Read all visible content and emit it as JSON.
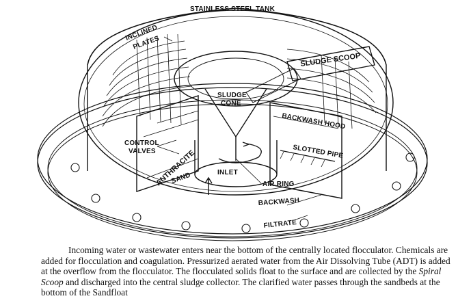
{
  "labels": {
    "tank": "STAINLESS STEEL TANK",
    "plates_line1": "INCLINED",
    "plates_line2": "PLATES",
    "scoop": "SLUDGE SCOOP",
    "cone_line1": "SLUDGE",
    "cone_line2": "CONE",
    "hood": "BACKWASH HOOD",
    "pipe": "SLOTTED PIPE",
    "valves_line1": "CONTROL",
    "valves_line2": "VALVES",
    "anthracite": "ANTHRACITE",
    "sand": "SAND",
    "inlet": "INLET",
    "air_ring": "AIR RING",
    "backwash": "BACKWASH",
    "filtrate": "FILTRATE"
  },
  "caption": {
    "part1": "Incoming water or wastewater enters near the bottom of the centrally located flocculator. Chemicals are added for flocculation and coagulation. Pressurized aerated water from the Air Dissolving Tube (ADT) is added at the overflow from the flocculator. The flocculated solids float to the surface and are collected by the ",
    "italic": "Spiral Scoop",
    "part2": " and discharged into the central sludge collector. The clarified water passes through the sandbeds at the bottom of the Sandfloat"
  }
}
